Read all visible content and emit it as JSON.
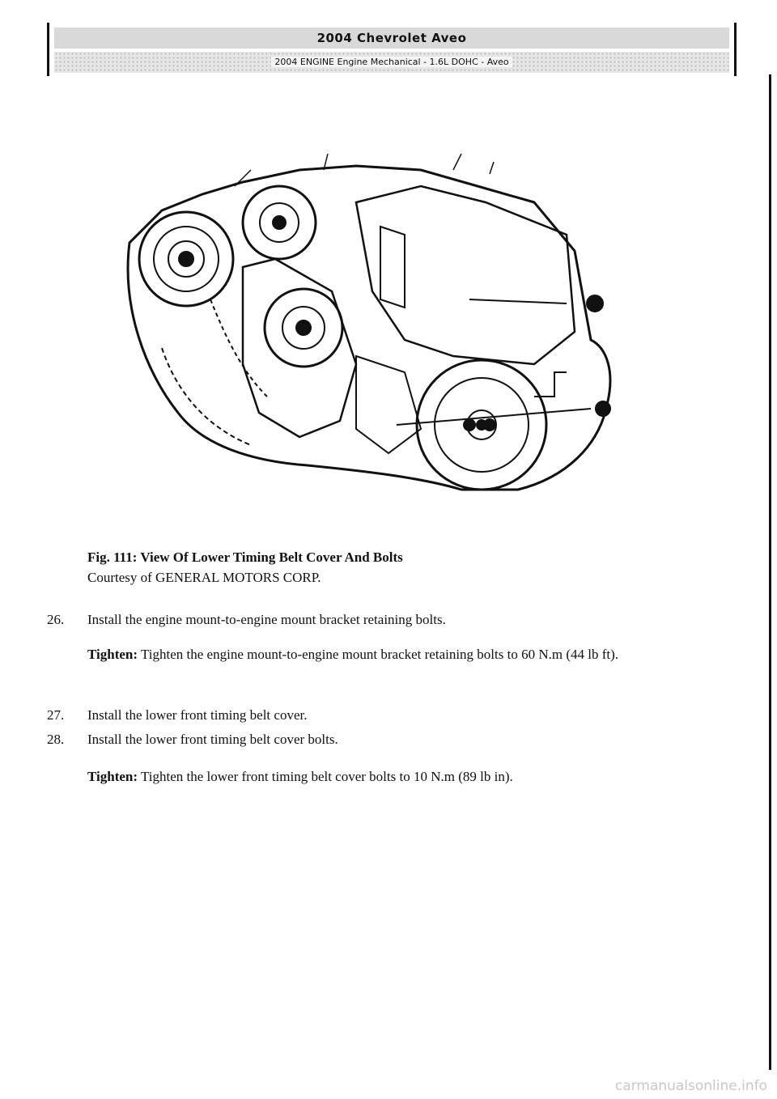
{
  "header": {
    "title": "2004 Chevrolet Aveo",
    "subtitle": "2004 ENGINE Engine Mechanical - 1.6L DOHC - Aveo"
  },
  "figure": {
    "caption": "Fig. 111: View Of Lower Timing Belt Cover And Bolts",
    "credit": "Courtesy of GENERAL MOTORS CORP."
  },
  "steps": [
    {
      "number": "26.",
      "text": "Install the engine mount-to-engine mount bracket retaining bolts.",
      "tighten_label": "Tighten:",
      "tighten_text": "Tighten the engine mount-to-engine mount bracket retaining bolts to 60 N.m (44 lb ft)."
    },
    {
      "number": "27.",
      "text": "Install the lower front timing belt cover."
    },
    {
      "number": "28.",
      "text": "Install the lower front timing belt cover bolts.",
      "tighten_label": "Tighten:",
      "tighten_text": "Tighten the lower front timing belt cover bolts to 10 N.m (89 lb in)."
    }
  ],
  "footer": {
    "watermark": "carmanualsonline.info"
  }
}
